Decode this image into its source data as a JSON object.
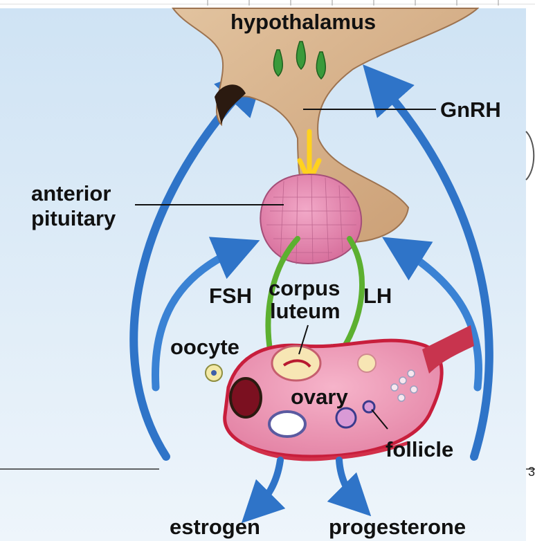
{
  "labels": {
    "hypothalamus": "hypothalamus",
    "gnrh": "GnRH",
    "anterior": "anterior",
    "pituitary": "pituitary",
    "fsh": "FSH",
    "corpus": "corpus",
    "luteum": "luteum",
    "lh": "LH",
    "oocyte": "oocyte",
    "ovary": "ovary",
    "follicle": "follicle",
    "estrogen": "estrogen",
    "progesterone": "progesterone"
  },
  "page_number": "3",
  "colors": {
    "background": "#e2eef8",
    "tissue": "#d8b48e",
    "pituitary": "#e48ab0",
    "ovary": "#ef9ab6",
    "ovary_rim": "#c81e3c",
    "feedback_arrow": "#2f74c8",
    "hormone_arrow": "#5cb030",
    "gnrh_arrow": "#ffd21e"
  }
}
